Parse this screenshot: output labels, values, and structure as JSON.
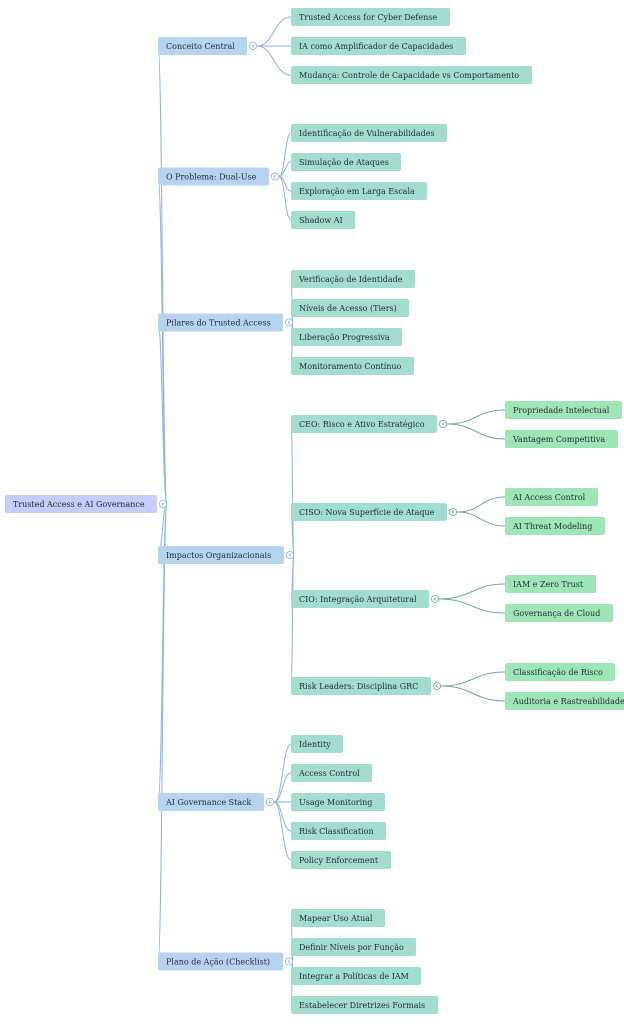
{
  "colors": {
    "root_fill": "#c7cdfa",
    "branch_fill": "#b8d3f0",
    "leaf_fill": "#a3ddd0",
    "deep_leaf_fill": "#9fe6b6",
    "edge_blue": "#8fb1e8",
    "edge_teal": "#6fa8a0",
    "edge_green": "#7fbf95"
  },
  "root": {
    "label": "Trusted Access e AI Governance",
    "children": [
      {
        "label": "Conceito Central",
        "children": [
          {
            "label": "Trusted Access for Cyber Defense"
          },
          {
            "label": "IA como Amplificador de Capacidades"
          },
          {
            "label": "Mudança: Controle de Capacidade vs Comportamento"
          }
        ]
      },
      {
        "label": "O Problema: Dual-Use",
        "children": [
          {
            "label": "Identificação de Vulnerabilidades"
          },
          {
            "label": "Simulação de Ataques"
          },
          {
            "label": "Exploração em Larga Escala"
          },
          {
            "label": "Shadow AI"
          }
        ]
      },
      {
        "label": "Pilares do Trusted Access",
        "children": [
          {
            "label": "Verificação de Identidade"
          },
          {
            "label": "Níveis de Acesso (Tiers)"
          },
          {
            "label": "Liberação Progressiva"
          },
          {
            "label": "Monitoramento Contínuo"
          }
        ]
      },
      {
        "label": "Impactos Organizacionais",
        "children": [
          {
            "label": "CEO: Risco e Ativo Estratégico",
            "children": [
              {
                "label": "Propriedade Intelectual"
              },
              {
                "label": "Vantagem Competitiva"
              }
            ]
          },
          {
            "label": "CISO: Nova Superfície de Ataque",
            "children": [
              {
                "label": "AI Access Control"
              },
              {
                "label": "AI Threat Modeling"
              }
            ]
          },
          {
            "label": "CIO: Integração Arquitetural",
            "children": [
              {
                "label": "IAM e Zero Trust"
              },
              {
                "label": "Governança de Cloud"
              }
            ]
          },
          {
            "label": "Risk Leaders: Disciplina GRC",
            "children": [
              {
                "label": "Classificação de Risco"
              },
              {
                "label": "Auditoria e Rastreabilidade"
              }
            ]
          }
        ]
      },
      {
        "label": "AI Governance Stack",
        "children": [
          {
            "label": "Identity"
          },
          {
            "label": "Access Control"
          },
          {
            "label": "Usage Monitoring"
          },
          {
            "label": "Risk Classification"
          },
          {
            "label": "Policy Enforcement"
          }
        ]
      },
      {
        "label": "Plano de Ação (Checklist)",
        "children": [
          {
            "label": "Mapear Uso Atual"
          },
          {
            "label": "Definir Níveis por Função"
          },
          {
            "label": "Integrar a Políticas de IAM"
          },
          {
            "label": "Estabelecer Diretrizes Formais"
          }
        ]
      }
    ]
  }
}
